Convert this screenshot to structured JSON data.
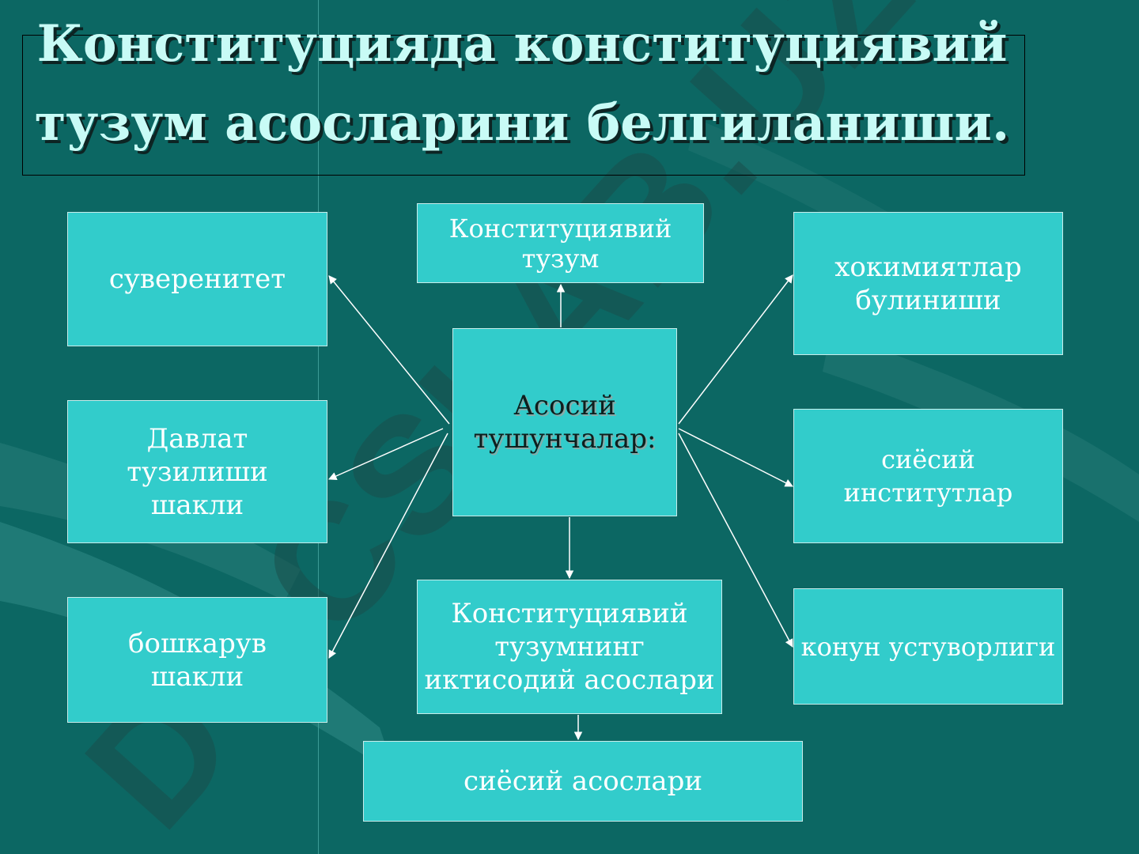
{
  "title": "Конституцияда конституциявий тузум асосларини белгиланиши.",
  "watermark": "DOCSLAB.UZ",
  "nodes": {
    "center": "Асосий тушунчалар:",
    "top": "Конституциявий тузум",
    "left1": "суверенитет",
    "left2": "Давлат тузилиши шакли",
    "left3": "бошкарув шакли",
    "right1": "хокимиятлар булиниши",
    "right2": "сиёсий институтлар",
    "right3": "конун устуворлиги",
    "bottom1": "Конституциявий тузумнинг иктисодий асослари",
    "bottom2": "сиёсий асослари"
  },
  "colors": {
    "background": "#0c6763",
    "box": "#32cccb",
    "title": "#c8fbf6",
    "arrow": "#ffffff"
  }
}
